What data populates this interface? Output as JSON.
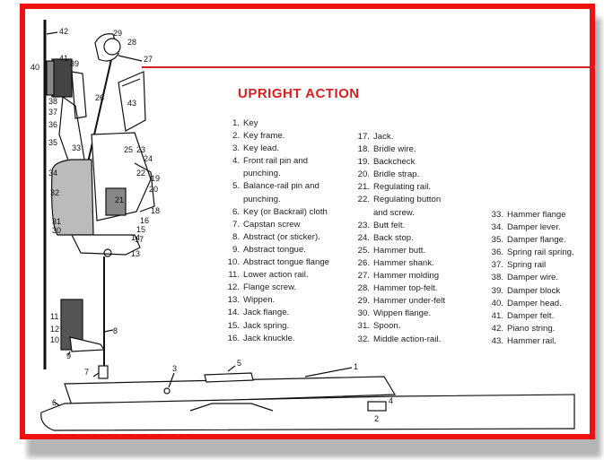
{
  "colors": {
    "frame": "#ee1111",
    "title": "#d81e1e",
    "line": "#111111"
  },
  "title": "UPRIGHT ACTION",
  "legend": [
    [
      {
        "n": "1.",
        "t": "Key"
      },
      {
        "n": "2.",
        "t": "Key frame."
      },
      {
        "n": "3.",
        "t": "Key lead."
      },
      {
        "n": "4.",
        "t": "Front rail pin and"
      },
      {
        "n": "",
        "t": "punching."
      },
      {
        "n": "5.",
        "t": "Balance-rail pin and"
      },
      {
        "n": "",
        "t": "punching."
      },
      {
        "n": "6.",
        "t": "Key (or Backrail) cloth"
      },
      {
        "n": "7.",
        "t": "Capstan screw"
      },
      {
        "n": "8.",
        "t": "Abstract (or sticker)."
      },
      {
        "n": "9.",
        "t": "Abstract tongue."
      },
      {
        "n": "10.",
        "t": "Abstract tongue flange"
      },
      {
        "n": "11.",
        "t": "Lower action rail."
      },
      {
        "n": "12.",
        "t": "Flange screw."
      },
      {
        "n": "13.",
        "t": "Wippen."
      },
      {
        "n": "14.",
        "t": "Jack flange."
      },
      {
        "n": "15.",
        "t": "Jack spring."
      },
      {
        "n": "16.",
        "t": "Jack knuckle."
      }
    ],
    [
      {
        "n": "17.",
        "t": "Jack."
      },
      {
        "n": "18.",
        "t": "Bridle wire."
      },
      {
        "n": "19.",
        "t": "Backcheck"
      },
      {
        "n": "20.",
        "t": "Bridle strap."
      },
      {
        "n": "21.",
        "t": "Regulating rail."
      },
      {
        "n": "22.",
        "t": "Regulating button"
      },
      {
        "n": "",
        "t": "and screw."
      },
      {
        "n": "23.",
        "t": "Butt felt."
      },
      {
        "n": "24.",
        "t": "Back stop."
      },
      {
        "n": "25.",
        "t": "Hammer butt."
      },
      {
        "n": "26.",
        "t": "Hammer shank."
      },
      {
        "n": "27.",
        "t": "Hammer molding"
      },
      {
        "n": "28.",
        "t": "Hammer top-felt."
      },
      {
        "n": "29.",
        "t": "Hammer under-felt"
      },
      {
        "n": "30.",
        "t": "Wippen flange."
      },
      {
        "n": "31.",
        "t": "Spoon."
      },
      {
        "n": "32.",
        "t": "Middle action-rail."
      }
    ],
    [
      {
        "n": "33.",
        "t": "Hammer flange"
      },
      {
        "n": "34.",
        "t": "Damper lever."
      },
      {
        "n": "35.",
        "t": "Damper flange."
      },
      {
        "n": "36.",
        "t": "Spring rail spring."
      },
      {
        "n": "37.",
        "t": "Spring rail"
      },
      {
        "n": "38.",
        "t": "Damper wire."
      },
      {
        "n": "39.",
        "t": "Damper block"
      },
      {
        "n": "40.",
        "t": "Damper head."
      },
      {
        "n": "41.",
        "t": "Damper felt."
      },
      {
        "n": "42.",
        "t": "Piano string."
      },
      {
        "n": "43.",
        "t": "Hammer rail."
      }
    ]
  ],
  "callouts": [
    "1",
    "2",
    "3",
    "4",
    "5",
    "6",
    "7",
    "8",
    "9",
    "10",
    "11",
    "12",
    "13",
    "14",
    "15",
    "16",
    "17",
    "18",
    "19",
    "20",
    "21",
    "22",
    "23",
    "24",
    "25",
    "26",
    "27",
    "28",
    "29",
    "30",
    "31",
    "32",
    "33",
    "34",
    "35",
    "36",
    "37",
    "38",
    "39",
    "40",
    "41",
    "42",
    "43"
  ]
}
